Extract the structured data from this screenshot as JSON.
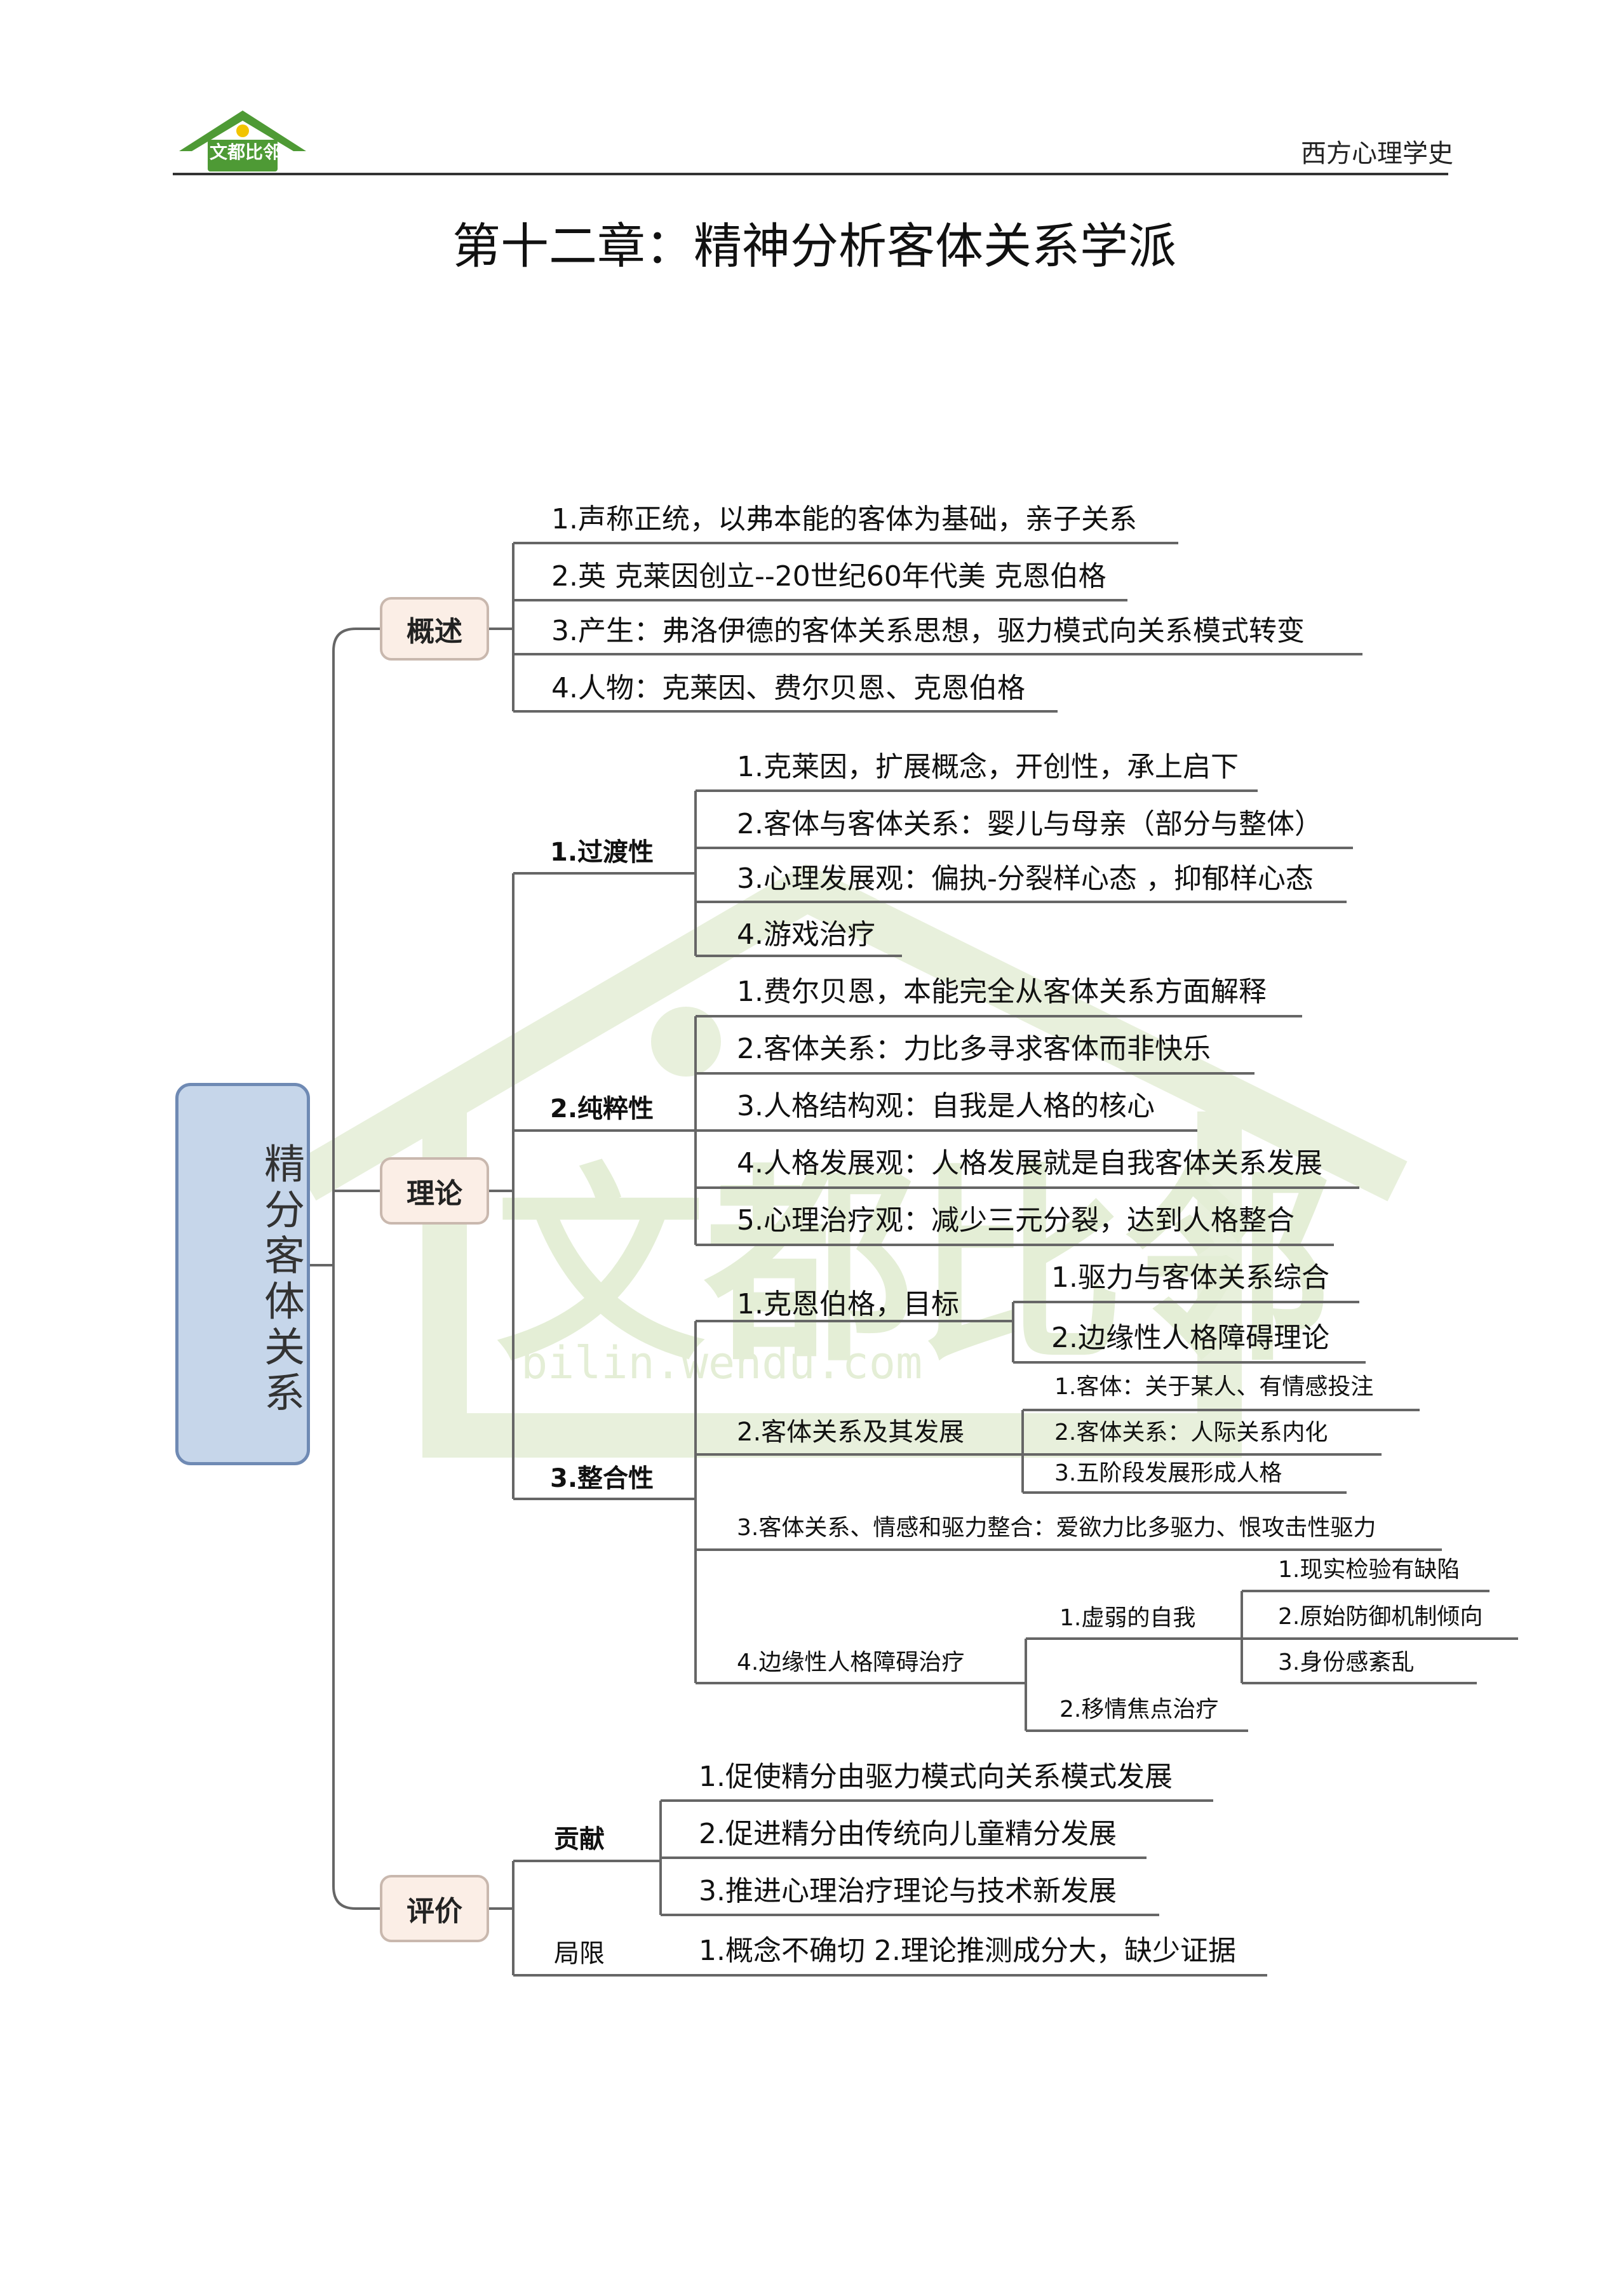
{
  "header": {
    "logo_text": "文都比邻",
    "subject": "西方心理学史"
  },
  "title": "第十二章：精神分析客体关系学派",
  "watermark": {
    "text": "文都比邻",
    "url": "bilin.wendu.com"
  },
  "mindmap": {
    "root": "精分客体关系",
    "overview": {
      "label": "概述",
      "items": [
        "1.声称正统，以弗本能的客体为基础，亲子关系",
        "2.英 克莱因创立--20世纪60年代美 克恩伯格",
        "3.产生：弗洛伊德的客体关系思想，驱力模式向关系模式转变",
        "4.人物：克莱因、费尔贝恩、克恩伯格"
      ]
    },
    "theory": {
      "label": "理论",
      "transitional": {
        "label": "1.过渡性",
        "items": [
          "1.克莱因，扩展概念，开创性，承上启下",
          "2.客体与客体关系：婴儿与母亲（部分与整体）",
          "3.心理发展观：偏执-分裂样心态 ，抑郁样心态",
          "4.游戏治疗"
        ]
      },
      "pure": {
        "label": "2.纯粹性",
        "items": [
          "1.费尔贝恩，本能完全从客体关系方面解释",
          "2.客体关系：力比多寻求客体而非快乐",
          "3.人格结构观：自我是人格的核心",
          "4.人格发展观：人格发展就是自我客体关系发展",
          "5.心理治疗观：减少三元分裂，达到人格整合"
        ]
      },
      "integrative": {
        "label": "3.整合性",
        "kernberg": {
          "label": "1.克恩伯格，目标",
          "items": [
            "1.驱力与客体关系综合",
            "2.边缘性人格障碍理论"
          ]
        },
        "object_relations": {
          "label": "2.客体关系及其发展",
          "items": [
            "1.客体：关于某人、有情感投注",
            "2.客体关系：人际关系内化",
            "3.五阶段发展形成人格"
          ]
        },
        "integration": "3.客体关系、情感和驱力整合：爱欲力比多驱力、恨攻击性驱力",
        "borderline": {
          "label": "4.边缘性人格障碍治疗",
          "weak_ego": {
            "label": "1.虚弱的自我",
            "items": [
              "1.现实检验有缺陷",
              "2.原始防御机制倾向",
              "3.身份感紊乱"
            ]
          },
          "transference": "2.移情焦点治疗"
        }
      }
    },
    "evaluation": {
      "label": "评价",
      "contribution": {
        "label": "贡献",
        "items": [
          "1.促使精分由驱力模式向关系模式发展",
          "2.促进精分由传统向儿童精分发展",
          "3.推进心理治疗理论与技术新发展"
        ]
      },
      "limitation": {
        "label": "局限",
        "text": "1.概念不确切 2.理论推测成分大，缺少证据"
      }
    }
  },
  "colors": {
    "line": "#666666",
    "node_fill": "#fbeee6",
    "node_border": "#c9b8ae",
    "root_fill": "#c6d6ea",
    "root_border": "#6f8ab4",
    "logo_green": "#4e9a35",
    "watermark": "#e6efd8"
  }
}
